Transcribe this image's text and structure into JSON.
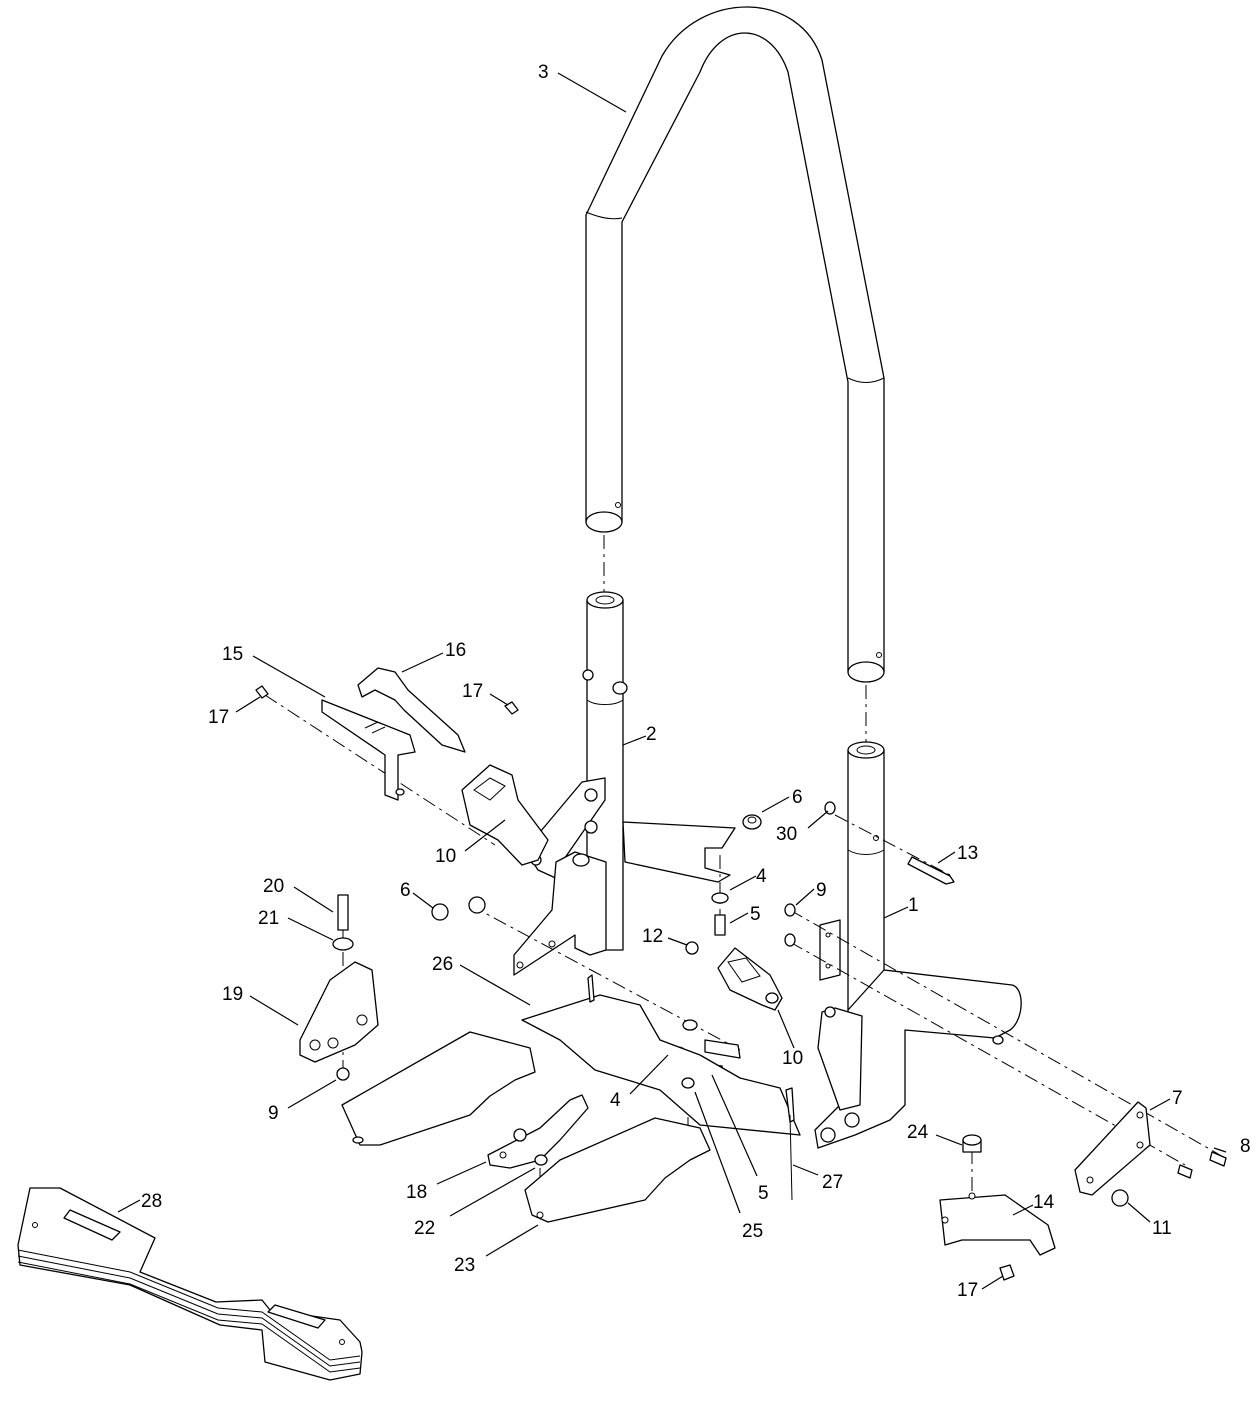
{
  "labels": {
    "p1": "1",
    "p2": "2",
    "p3": "3",
    "p4a": "4",
    "p4b": "4",
    "p5a": "5",
    "p5b": "5",
    "p6a": "6",
    "p6b": "6",
    "p7": "7",
    "p8": "8",
    "p9a": "9",
    "p9b": "9",
    "p10a": "10",
    "p10b": "10",
    "p11": "11",
    "p12": "12",
    "p13": "13",
    "p14": "14",
    "p15": "15",
    "p16": "16",
    "p17a": "17",
    "p17b": "17",
    "p17c": "17",
    "p18": "18",
    "p19": "19",
    "p20": "20",
    "p21": "21",
    "p22": "22",
    "p23": "23",
    "p24": "24",
    "p25": "25",
    "p26": "26",
    "p27": "27",
    "p28": "28",
    "p30": "30"
  }
}
